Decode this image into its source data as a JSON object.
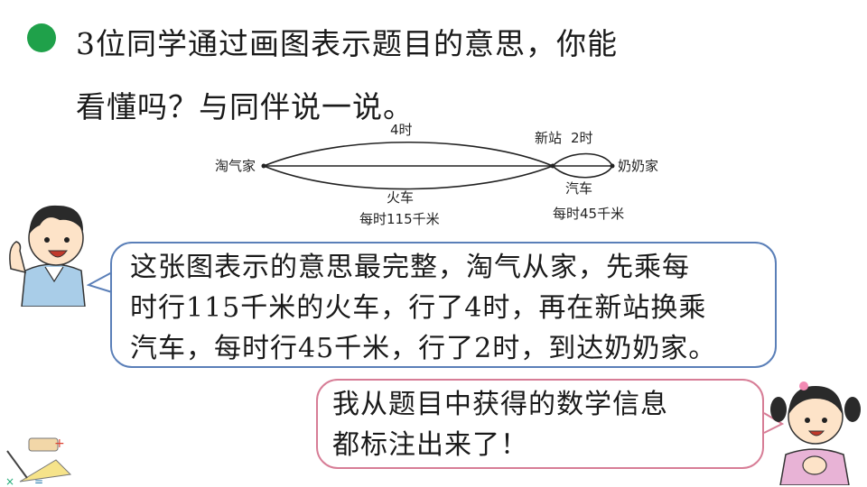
{
  "question": {
    "line1": "3位同学通过画图表示题目的意思，你能",
    "line2": "看懂吗？与同伴说一说。"
  },
  "diagram": {
    "start_label": "淘气家",
    "end_label": "奶奶家",
    "station_label": "新站",
    "train_time": "4时",
    "bus_time": "2时",
    "train_mode": "火车",
    "train_speed": "每时115千米",
    "bus_mode": "汽车",
    "bus_speed": "每时45千米"
  },
  "boy_speech": {
    "line1": "这张图表示的意思最完整，淘气从家，先乘每",
    "line2": "时行115千米的火车，行了4时，再在新站换乘",
    "line3": "汽车，每时行45千米，行了2时，到达奶奶家。"
  },
  "girl_speech": {
    "line1": "我从题目中获得的数学信息",
    "line2": "都标注出来了！"
  },
  "colors": {
    "bullet": "#1fa14a",
    "boy_bubble_border": "#5a7fb8",
    "girl_bubble_border": "#d77d96"
  }
}
